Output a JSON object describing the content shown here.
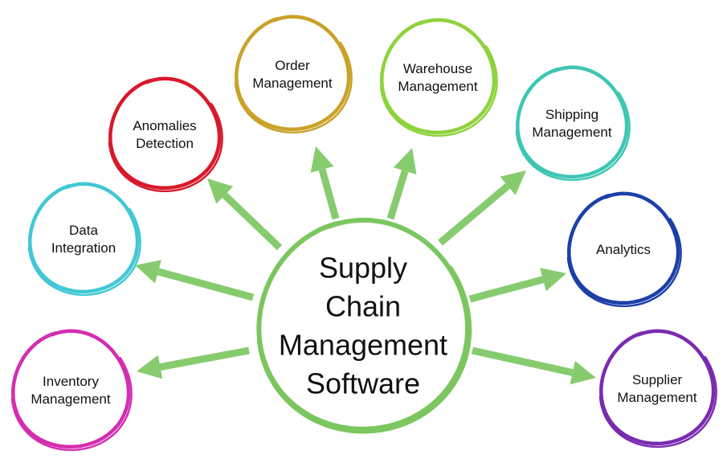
{
  "center": {
    "lines": [
      "Supply",
      "Chain",
      "Management",
      "Software"
    ],
    "color": "#7cc660"
  },
  "arrow_color": "#86cc6e",
  "nodes": [
    {
      "id": "order-management",
      "lines": [
        "Order",
        "Management"
      ],
      "color": "#c9a228"
    },
    {
      "id": "warehouse-management",
      "lines": [
        "Warehouse",
        "Management"
      ],
      "color": "#8ed33c"
    },
    {
      "id": "shipping-management",
      "lines": [
        "Shipping",
        "Management"
      ],
      "color": "#3ec6b4"
    },
    {
      "id": "analytics",
      "lines": [
        "Analytics"
      ],
      "color": "#1c3fa8"
    },
    {
      "id": "supplier-management",
      "lines": [
        "Supplier",
        "Management"
      ],
      "color": "#7a2bb0"
    },
    {
      "id": "inventory-management",
      "lines": [
        "Inventory",
        "Management"
      ],
      "color": "#d42eb0"
    },
    {
      "id": "data-integration",
      "lines": [
        "Data",
        "Integration"
      ],
      "color": "#42c8d4"
    },
    {
      "id": "anomalies-detection",
      "lines": [
        "Anomalies",
        "Detection"
      ],
      "color": "#d8192b"
    }
  ]
}
